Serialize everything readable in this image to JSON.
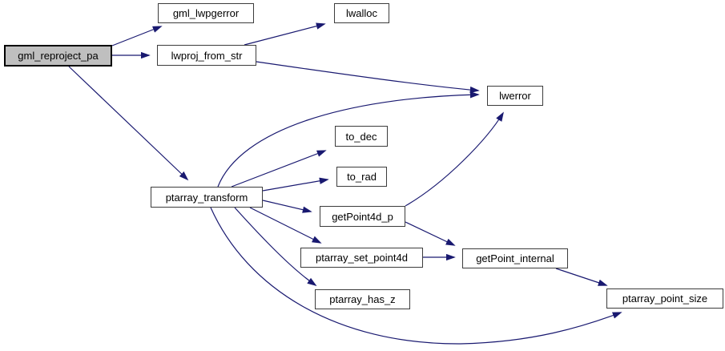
{
  "diagram": {
    "type": "call-graph",
    "root_function": "gml_reproject_pa",
    "colors": {
      "background": "#ffffff",
      "edge": "#191970",
      "node_fill": "#ffffff",
      "node_border": "#3c3c3c",
      "highlight_fill": "#bfbfbf",
      "highlight_border": "#000000",
      "text": "#000000"
    },
    "nodes": [
      {
        "id": "gml_reproject_pa",
        "label": "gml_reproject_pa",
        "highlighted": true
      },
      {
        "id": "gml_lwpgerror",
        "label": "gml_lwpgerror",
        "highlighted": false
      },
      {
        "id": "lwalloc",
        "label": "lwalloc",
        "highlighted": false
      },
      {
        "id": "lwproj_from_str",
        "label": "lwproj_from_str",
        "highlighted": false
      },
      {
        "id": "lwerror",
        "label": "lwerror",
        "highlighted": false
      },
      {
        "id": "to_dec",
        "label": "to_dec",
        "highlighted": false
      },
      {
        "id": "to_rad",
        "label": "to_rad",
        "highlighted": false
      },
      {
        "id": "ptarray_transform",
        "label": "ptarray_transform",
        "highlighted": false
      },
      {
        "id": "getPoint4d_p",
        "label": "getPoint4d_p",
        "highlighted": false
      },
      {
        "id": "ptarray_set_point4d",
        "label": "ptarray_set_point4d",
        "highlighted": false
      },
      {
        "id": "getPoint_internal",
        "label": "getPoint_internal",
        "highlighted": false
      },
      {
        "id": "ptarray_has_z",
        "label": "ptarray_has_z",
        "highlighted": false
      },
      {
        "id": "ptarray_point_size",
        "label": "ptarray_point_size",
        "highlighted": false
      }
    ],
    "edges": [
      {
        "from": "gml_reproject_pa",
        "to": "gml_lwpgerror"
      },
      {
        "from": "gml_reproject_pa",
        "to": "lwproj_from_str"
      },
      {
        "from": "gml_reproject_pa",
        "to": "ptarray_transform"
      },
      {
        "from": "lwproj_from_str",
        "to": "lwalloc"
      },
      {
        "from": "lwproj_from_str",
        "to": "lwerror"
      },
      {
        "from": "ptarray_transform",
        "to": "lwerror"
      },
      {
        "from": "ptarray_transform",
        "to": "to_dec"
      },
      {
        "from": "ptarray_transform",
        "to": "to_rad"
      },
      {
        "from": "ptarray_transform",
        "to": "getPoint4d_p"
      },
      {
        "from": "ptarray_transform",
        "to": "ptarray_set_point4d"
      },
      {
        "from": "ptarray_transform",
        "to": "ptarray_has_z"
      },
      {
        "from": "ptarray_transform",
        "to": "ptarray_point_size"
      },
      {
        "from": "getPoint4d_p",
        "to": "lwerror"
      },
      {
        "from": "getPoint4d_p",
        "to": "getPoint_internal"
      },
      {
        "from": "ptarray_set_point4d",
        "to": "getPoint_internal"
      },
      {
        "from": "getPoint_internal",
        "to": "ptarray_point_size"
      }
    ]
  }
}
